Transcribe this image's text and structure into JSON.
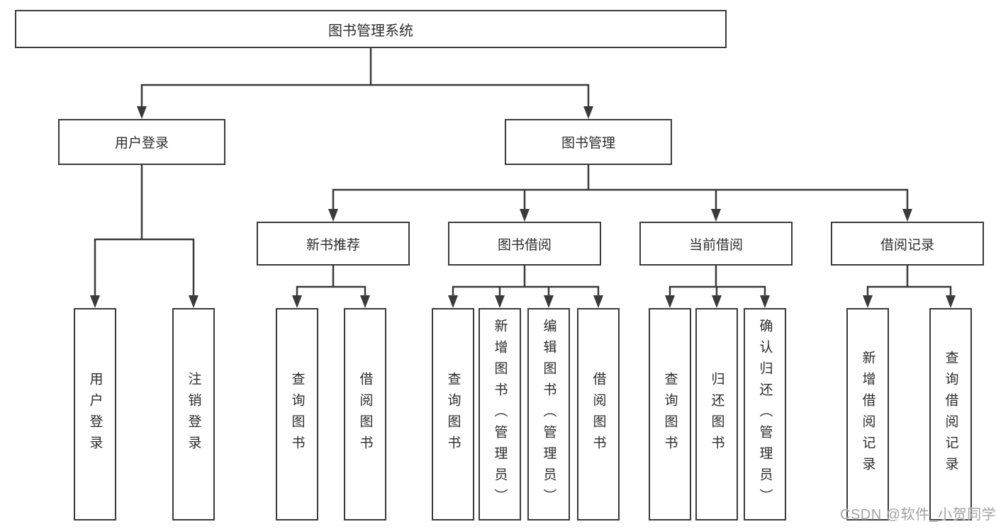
{
  "diagram": {
    "root": {
      "label": "图书管理系统"
    },
    "branches": [
      {
        "label": "用户登录",
        "leaves": [
          {
            "label": "用户登录"
          },
          {
            "label": "注销登录"
          }
        ]
      },
      {
        "label": "图书管理",
        "groups": [
          {
            "label": "新书推荐",
            "leaves": [
              {
                "label": "查询图书"
              },
              {
                "label": "借阅图书"
              }
            ]
          },
          {
            "label": "图书借阅",
            "leaves": [
              {
                "label": "查询图书"
              },
              {
                "label": "新增图书（管理员）"
              },
              {
                "label": "编辑图书（管理员）"
              },
              {
                "label": "借阅图书"
              }
            ]
          },
          {
            "label": "当前借阅",
            "leaves": [
              {
                "label": "查询图书"
              },
              {
                "label": "归还图书"
              },
              {
                "label": "确认归还（管理员）"
              }
            ]
          },
          {
            "label": "借阅记录",
            "leaves": [
              {
                "label": "新增借阅记录"
              },
              {
                "label": "查询借阅记录"
              }
            ]
          }
        ]
      }
    ]
  },
  "watermark": "CSDN @软件_小贺同学",
  "colors": {
    "line": "#3a3a3a",
    "border": "#3a3a3a",
    "text": "#2d2d2d",
    "watermark": "#a3a3a3",
    "background": "#ffffff"
  }
}
